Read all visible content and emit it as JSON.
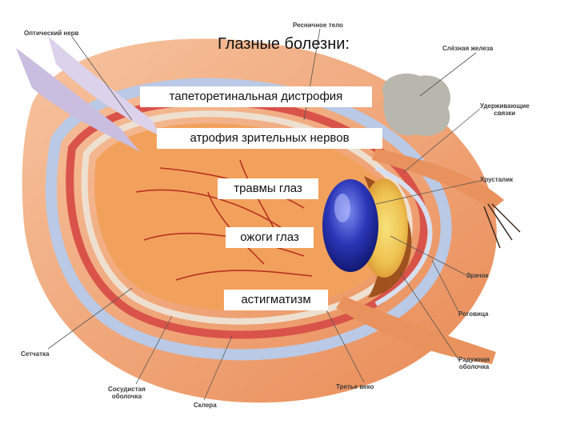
{
  "title": "Глазные болезни:",
  "diseases": [
    "тапеторетинальная дистрофия",
    "атрофия зрительных нервов",
    "травмы глаз",
    "ожоги глаз",
    "астигматизм"
  ],
  "anatomy_labels": {
    "ciliary_body": "Ресничное тело",
    "optic_nerve": "Оптический нерв",
    "lacrimal_gland": "Слёзная железа",
    "suspensory_ligaments": [
      "Удерживающие",
      "связки"
    ],
    "lens": "Хрусталик",
    "pupil": "Зрачок",
    "cornea": "Роговица",
    "iris": [
      "Радужная",
      "оболочка"
    ],
    "third_eyelid": "Третье веко",
    "retina": "Сетчатка",
    "choroid": [
      "Сосудистая",
      "оболочка"
    ],
    "sclera": "Склера"
  }
}
